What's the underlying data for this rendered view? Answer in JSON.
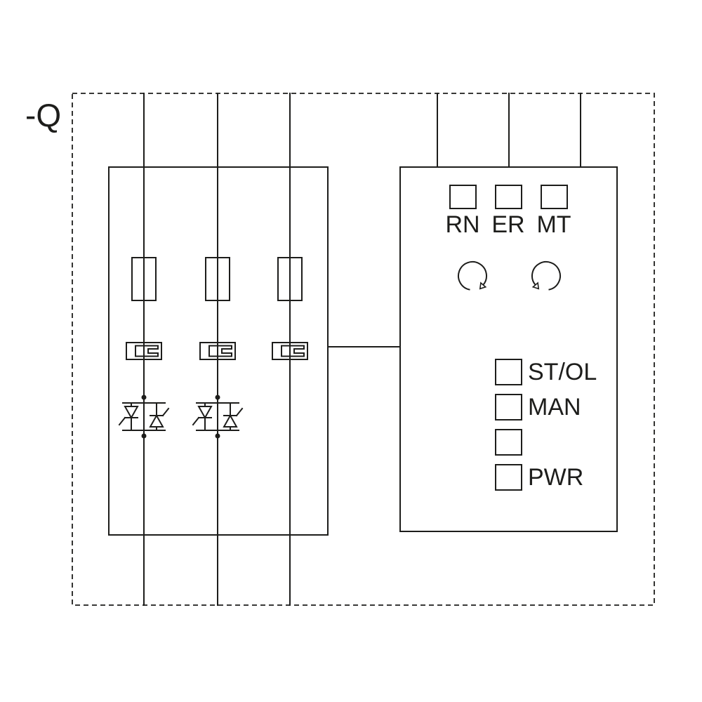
{
  "colors": {
    "line": "#1d1d1b",
    "background": "#ffffff"
  },
  "device": {
    "designation": "-Q",
    "status_leds": [
      {
        "label": "RN"
      },
      {
        "label": "ER"
      },
      {
        "label": "MT"
      }
    ],
    "front_indicators": [
      {
        "label": "ST/OL"
      },
      {
        "label": "MAN"
      },
      {
        "label": ""
      },
      {
        "label": "PWR"
      }
    ]
  },
  "symbols": {
    "phase_conductors": 3,
    "fuse_elements": 3,
    "overload_releases": 3,
    "thyristor_pairs": 2,
    "rotary_adjusters": 2,
    "status_terminal_lines": 3
  }
}
